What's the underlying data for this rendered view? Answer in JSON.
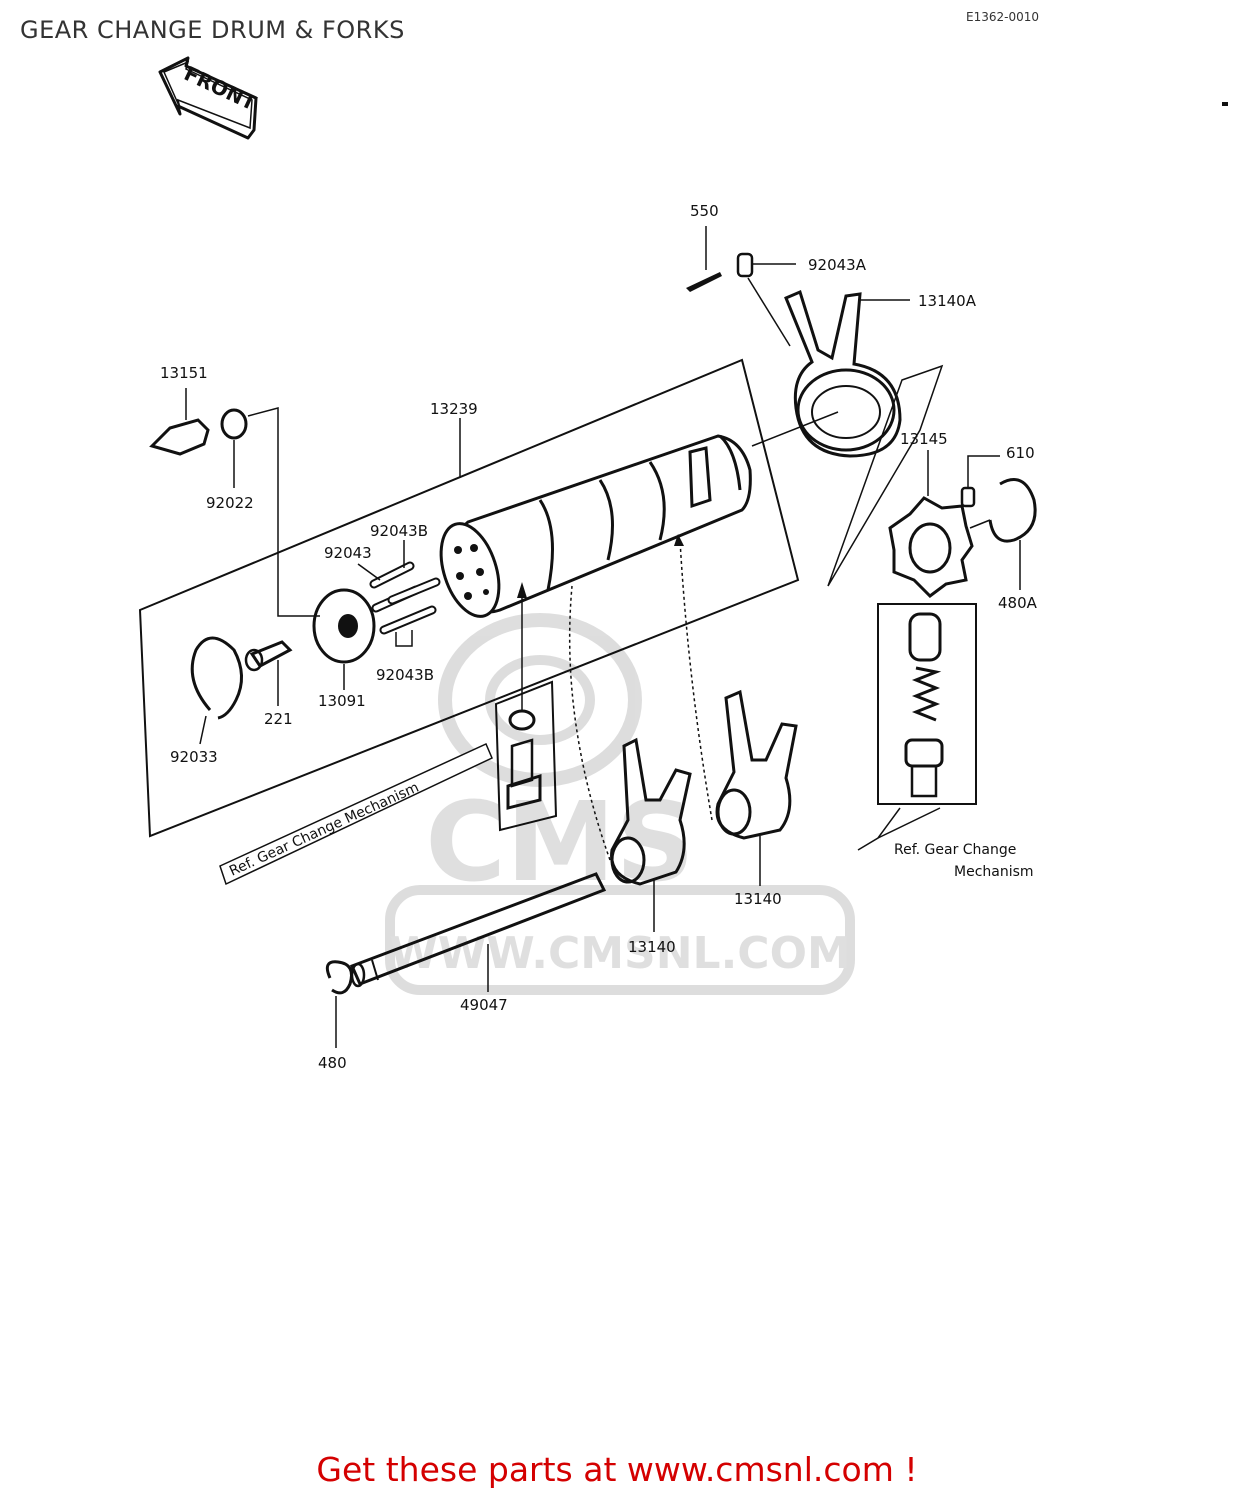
{
  "header": {
    "title": "GEAR CHANGE DRUM & FORKS",
    "diagram_code": "E1362-0010"
  },
  "front_label": "FRONT",
  "parts": {
    "p550": "550",
    "p92043A": "92043A",
    "p13140A": "13140A",
    "p13151": "13151",
    "p13239": "13239",
    "p92022": "92022",
    "p13145": "13145",
    "p610": "610",
    "p92043B_top": "92043B",
    "p92043": "92043",
    "p480A": "480A",
    "p92043B_bottom": "92043B",
    "p221": "221",
    "p13091": "13091",
    "p92033": "92033",
    "p13140_right": "13140",
    "p13140_left": "13140",
    "p49047": "49047",
    "p480": "480"
  },
  "references": {
    "ref_left": "Ref.  Gear Change  Mechanism",
    "ref_right_line1": "Ref.   Gear Change",
    "ref_right_line2": "Mechanism"
  },
  "watermark": {
    "logo_text": "CMS",
    "url_text": "WWW.CMSNL.COM"
  },
  "footer": {
    "text": "Get these parts at www.cmsnl.com !"
  }
}
